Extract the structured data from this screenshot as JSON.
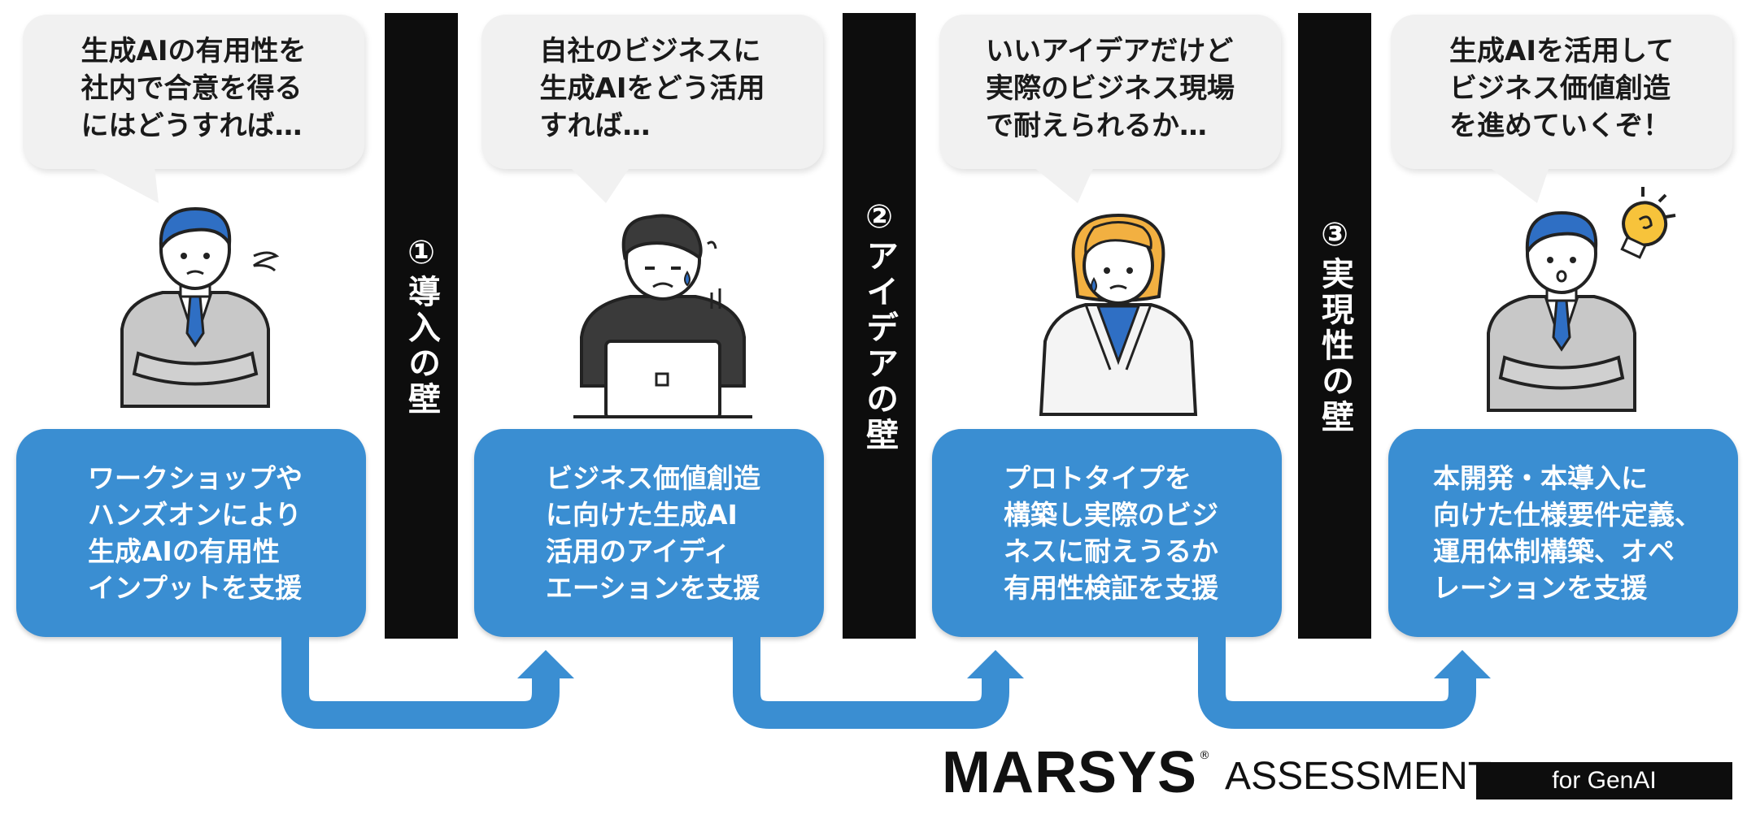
{
  "stages": [
    {
      "bubble": "生成AIの有用性を\n社内で合意を得る\nにはどうすれば…",
      "box": "ワークショップや\nハンズオンにより\n生成AIの有用性\nインプットを支援"
    },
    {
      "bubble": "自社のビジネスに\n生成AIをどう活用\nすれば…",
      "box": "ビジネス価値創造\nに向けた生成AI\n活用のアイディ\nエーションを支援"
    },
    {
      "bubble": "いいアイデアだけど\n実際のビジネス現場\nで耐えられるか…",
      "box": "プロトタイプを\n構築し実際のビジ\nネスに耐えうるか\n有用性検証を支援"
    },
    {
      "bubble": "生成AIを活用して\nビジネス価値創造\nを進めていくぞ！",
      "box": "本開発・本導入に\n向けた仕様要件定義、\n運用体制構築、オペ\nレーションを支援"
    }
  ],
  "walls": [
    "①導入の壁",
    "②アイデアの壁",
    "③実現性の壁"
  ],
  "logo": {
    "brand": "MARSYS",
    "registered": "®",
    "product": "ASSESSMENT",
    "badge": "for GenAI"
  },
  "colors": {
    "box_blue": "#3a8ed2",
    "arrow_blue": "#3a8ed2",
    "wall_black": "#0d0d0d",
    "bubble_gray": "#f1f1f1"
  }
}
